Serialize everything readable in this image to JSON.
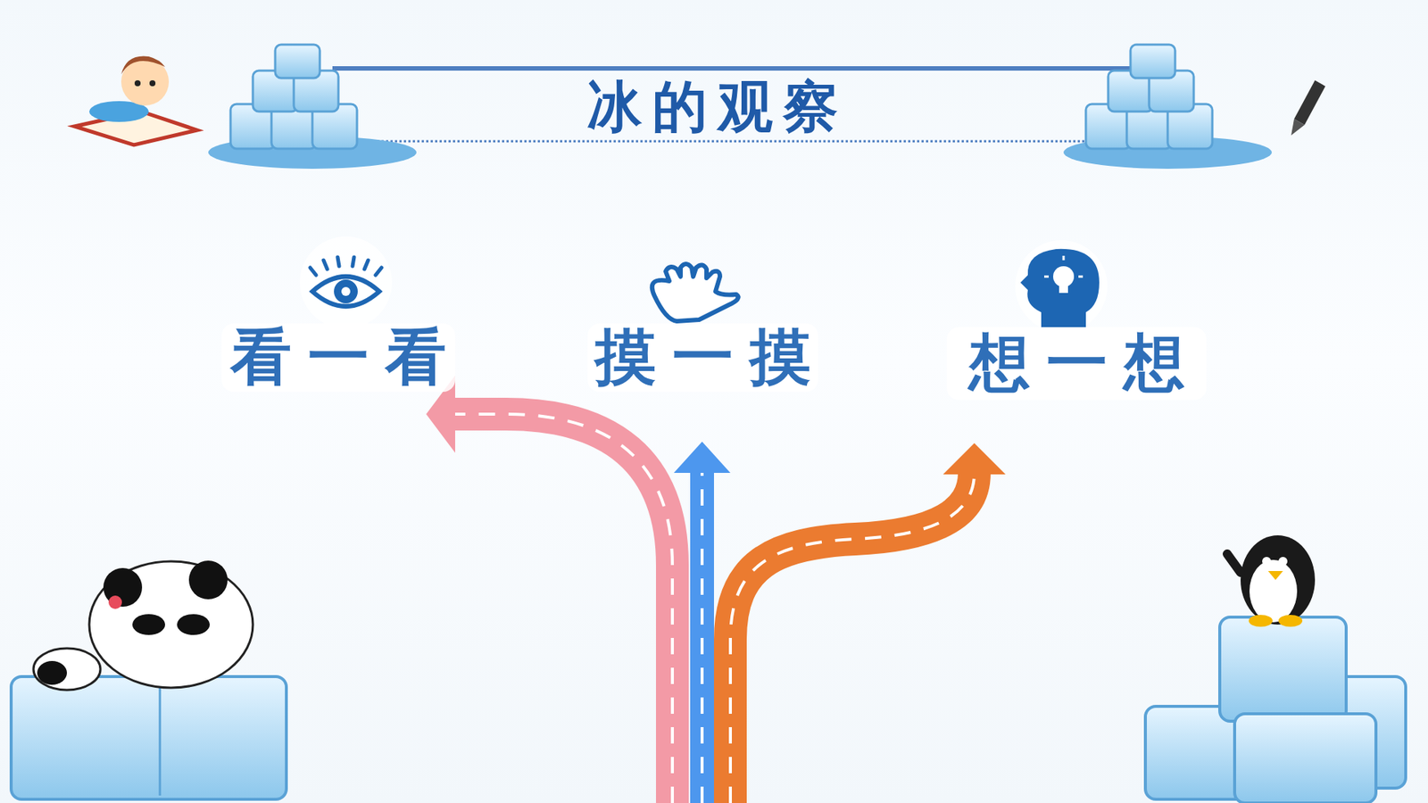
{
  "diagram": {
    "title": "冰的观察",
    "nodes": [
      {
        "text": [
          "看一看"
        ]
      },
      {
        "text": [
          "摸一摸"
        ]
      },
      {
        "text": [
          "想一想"
        ]
      }
    ]
  }
}
